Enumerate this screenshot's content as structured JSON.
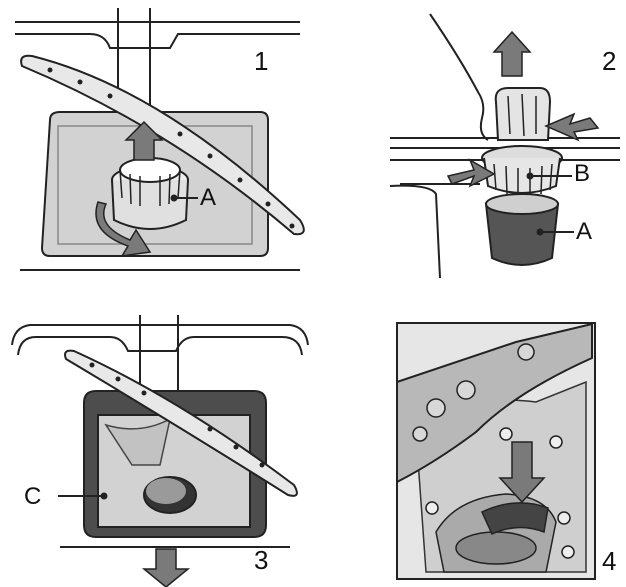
{
  "steps": [
    {
      "number": "1",
      "callouts": [
        "A"
      ]
    },
    {
      "number": "2",
      "callouts": [
        "B",
        "A"
      ]
    },
    {
      "number": "3",
      "callouts": [
        "C"
      ]
    },
    {
      "number": "4",
      "callouts": []
    }
  ],
  "colors": {
    "line": "#222222",
    "arrow_fill": "#7a7a7a",
    "tub_fill": "#d2d2d2",
    "tub_dark": "#4d4d4d",
    "photo_bg": "#e6e6e6"
  }
}
